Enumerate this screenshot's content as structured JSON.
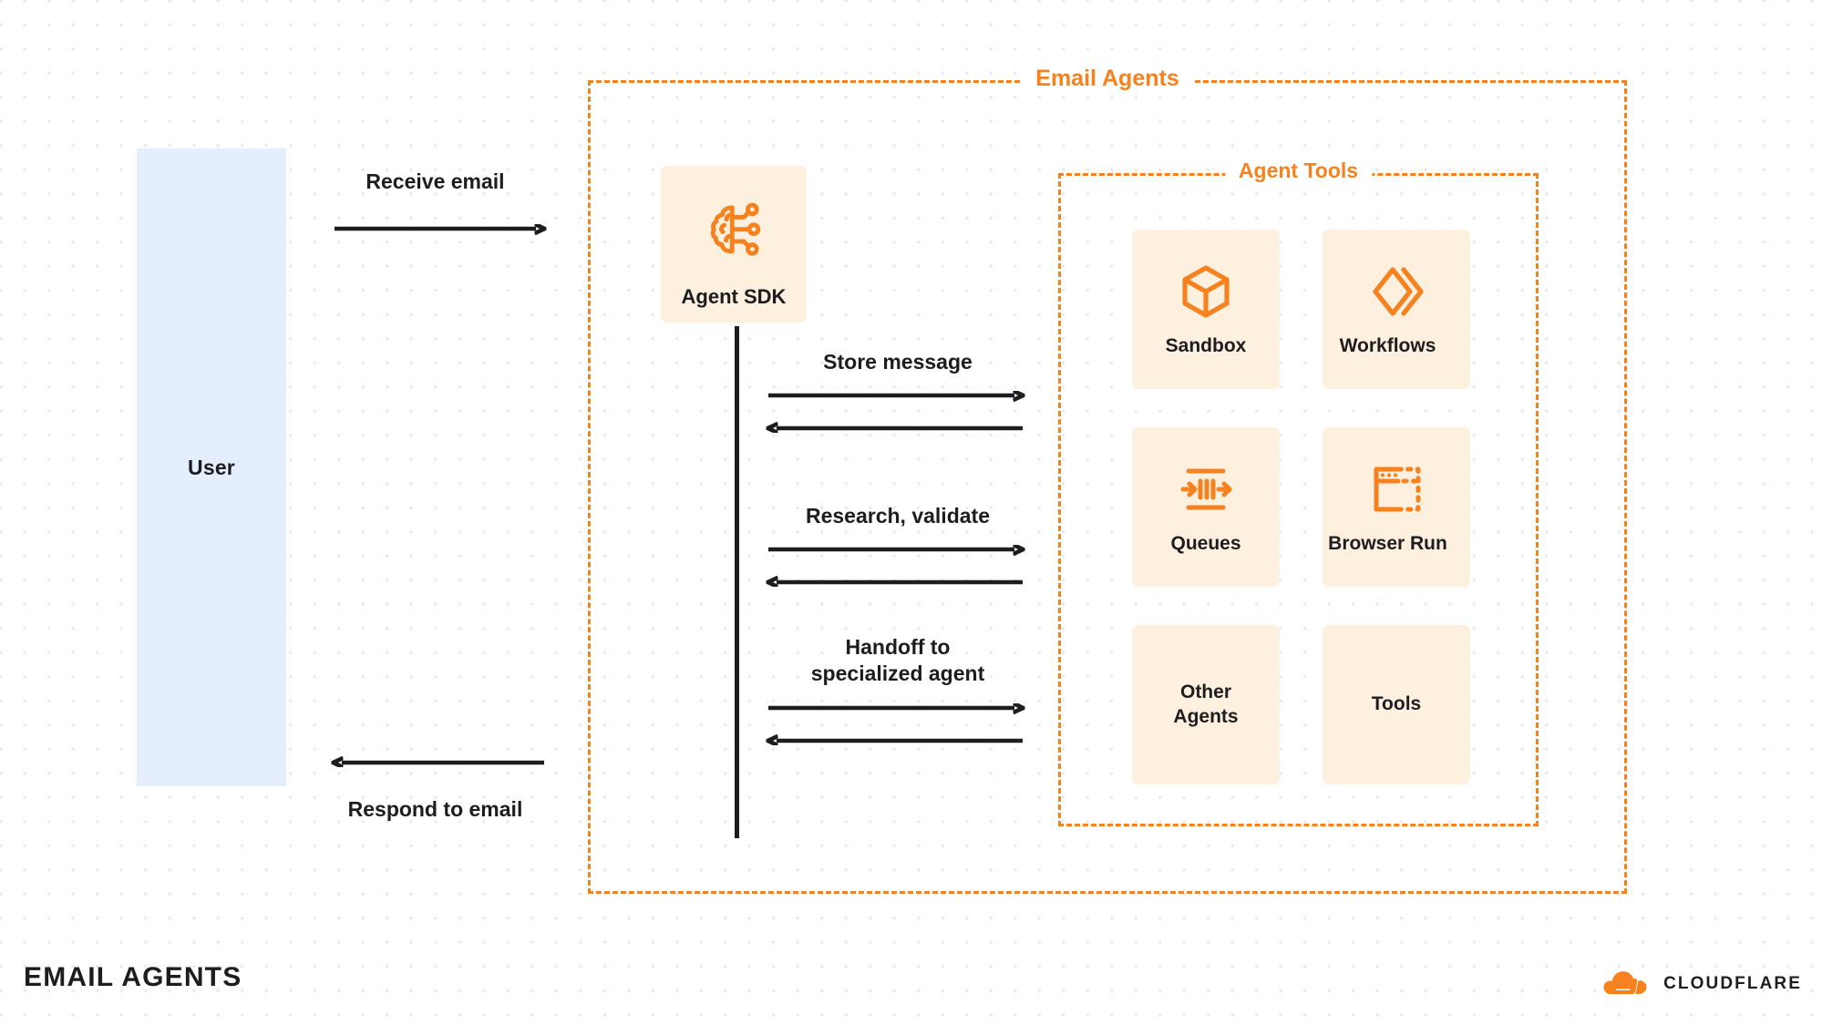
{
  "diagram": {
    "title": "EMAIL AGENTS",
    "brand": "CLOUDFLARE",
    "colors": {
      "accent": "#f6821f",
      "card_bg": "#fdf0de",
      "user_bg": "#e4eefc",
      "text": "#1d1d1f",
      "canvas": "#ffffff",
      "dot_grid": "#e8eaed"
    }
  },
  "actors": {
    "user": {
      "label": "User"
    }
  },
  "groups": {
    "email_agents": {
      "label": "Email Agents"
    },
    "agent_tools": {
      "label": "Agent Tools"
    }
  },
  "agent_sdk": {
    "label": "Agent SDK",
    "icon": "brain-circuit-icon"
  },
  "tools": [
    {
      "label": "Sandbox",
      "icon": "cube-icon",
      "has_icon": true
    },
    {
      "label": "Workflows",
      "icon": "double-chevron-icon",
      "has_icon": true
    },
    {
      "label": "Queues",
      "icon": "queues-arrows-icon",
      "has_icon": true
    },
    {
      "label": "Browser Run",
      "icon": "browser-window-icon",
      "has_icon": true
    },
    {
      "label": "Other\nAgents",
      "icon": "",
      "has_icon": false
    },
    {
      "label": "Tools",
      "icon": "",
      "has_icon": false
    }
  ],
  "flows": {
    "receive_email": {
      "label": "Receive email",
      "direction": "right"
    },
    "respond_email": {
      "label": "Respond to email",
      "direction": "left"
    },
    "store_message": {
      "label": "Store message",
      "direction": "bidirectional"
    },
    "research_validate": {
      "label": "Research, validate",
      "direction": "bidirectional"
    },
    "handoff": {
      "label": "Handoff to\nspecialized agent",
      "direction": "bidirectional"
    }
  }
}
